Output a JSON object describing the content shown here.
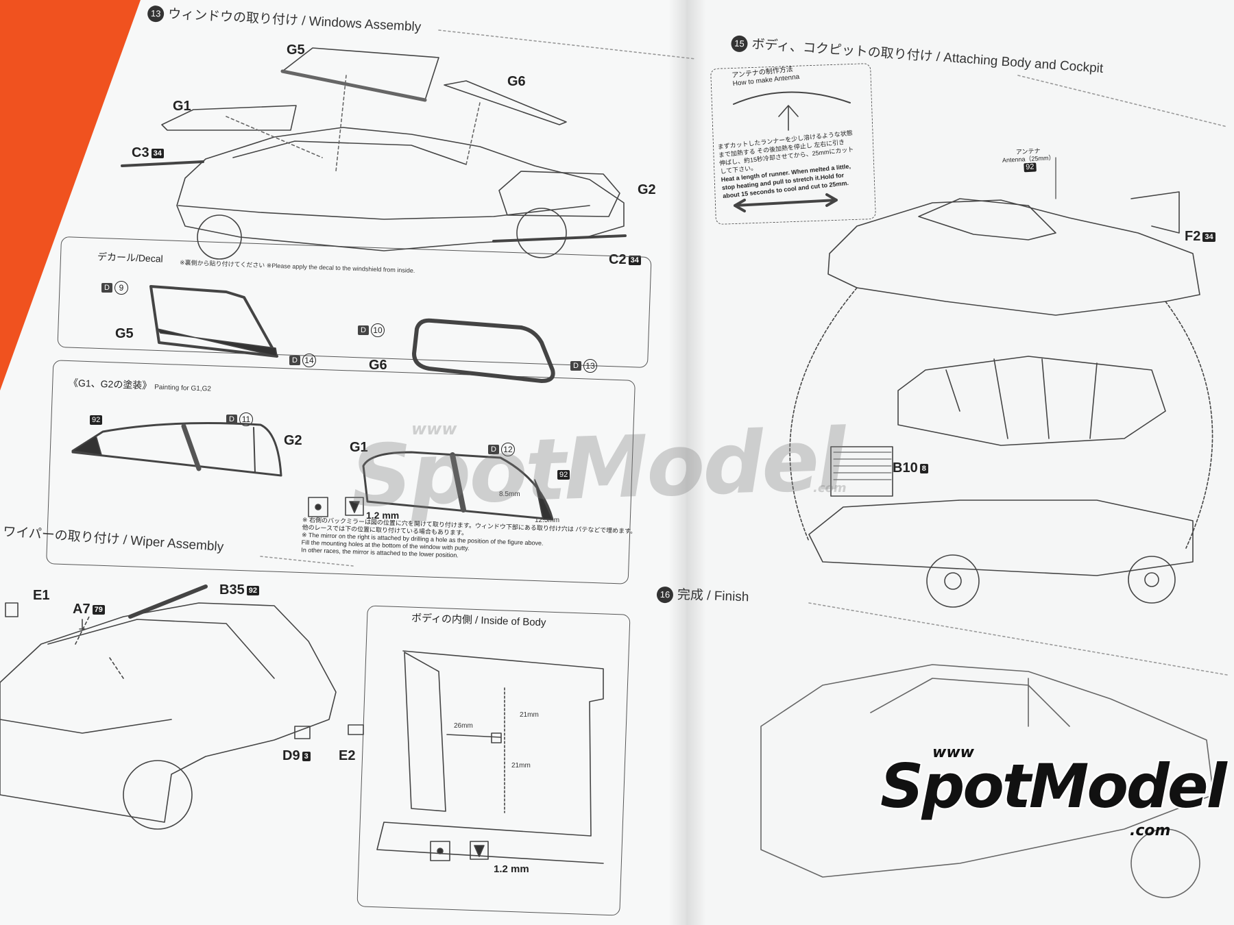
{
  "left_page": {
    "step13": {
      "num": "13",
      "title": "ウィンドウの取り付け / Windows Assembly"
    },
    "parts": {
      "g5": "G5",
      "g6": "G6",
      "g1": "G1",
      "c3": "C3",
      "c3_code": "34",
      "g2": "G2",
      "c2": "C2",
      "c2_code": "34"
    },
    "decal_box": {
      "title": "デカール/Decal",
      "note": "※裏側から貼り付けてください ※Please apply the decal to the windshield from inside.",
      "d9": "9",
      "d14": "14",
      "d10": "10",
      "d13": "13",
      "g5": "G5",
      "g6": "G6",
      "d_label": "D"
    },
    "paint_box": {
      "title": "《G1、G2の塗装》",
      "subtitle": "Painting for G1,G2",
      "code_left": "92",
      "code_right": "92",
      "d11": "11",
      "d12": "12",
      "g2": "G2",
      "g1": "G1",
      "dim_85": "8.5mm",
      "dim_125": "12.5mm",
      "drill": "1.2 mm",
      "note1": "※ 右側のバックミラーは図の位置に穴を開けて取り付けます。ウィンドウ下部にある取り付け穴は パテなどで埋めます。",
      "note2": "他のレースでは下の位置に取り付けている場合もあります。",
      "note3": "※ The mirror on the right is attached by drilling a hole as the position of the figure above.",
      "note4": "Fill the mounting holes at the bottom of the window with putty.",
      "note5": "In other races, the mirror is attached to the lower position."
    },
    "step14": {
      "title": "ワイパーの取り付け / Wiper Assembly"
    },
    "wiper_parts": {
      "e1": "E1",
      "a7": "A7",
      "a7_code": "79",
      "b35": "B35",
      "b35_code": "92",
      "d9": "D9",
      "d9_code": "3",
      "e2": "E2"
    },
    "inside_box": {
      "title": "ボディの内側 / Inside of Body",
      "dim_26": "26mm",
      "dim_21a": "21mm",
      "dim_21b": "21mm",
      "drill": "1.2 mm"
    }
  },
  "right_page": {
    "step15": {
      "num": "15",
      "title": "ボディ、コクピットの取り付け / Attaching Body and Cockpit"
    },
    "antenna_box": {
      "title_jp": "アンテナの制作方法",
      "title_en": "How to make Antenna",
      "jp1": "まずカットしたランナーを少し溶けるような状態",
      "jp2": "まで加熱する その後加熱を停止し 左右に引き",
      "jp3": "伸ばし、約15秒冷却させてから、25mmにカット",
      "jp4": "して下さい。",
      "en1": "Heat a length of runner. When melted a little,",
      "en2": "stop heating and pull to stretch it.Hold for",
      "en3": "about 15 seconds to cool and cut to 25mm."
    },
    "antenna_label": {
      "jp": "アンテナ",
      "en": "Antenna（25mm）",
      "code": "92"
    },
    "f2": "F2",
    "f2_code": "34",
    "b10": "B10",
    "b10_code": "8",
    "step16": {
      "num": "16",
      "title": "完成 / Finish"
    }
  },
  "watermark": {
    "www": "www",
    "brand": "SpotModel",
    "com": ".com"
  }
}
